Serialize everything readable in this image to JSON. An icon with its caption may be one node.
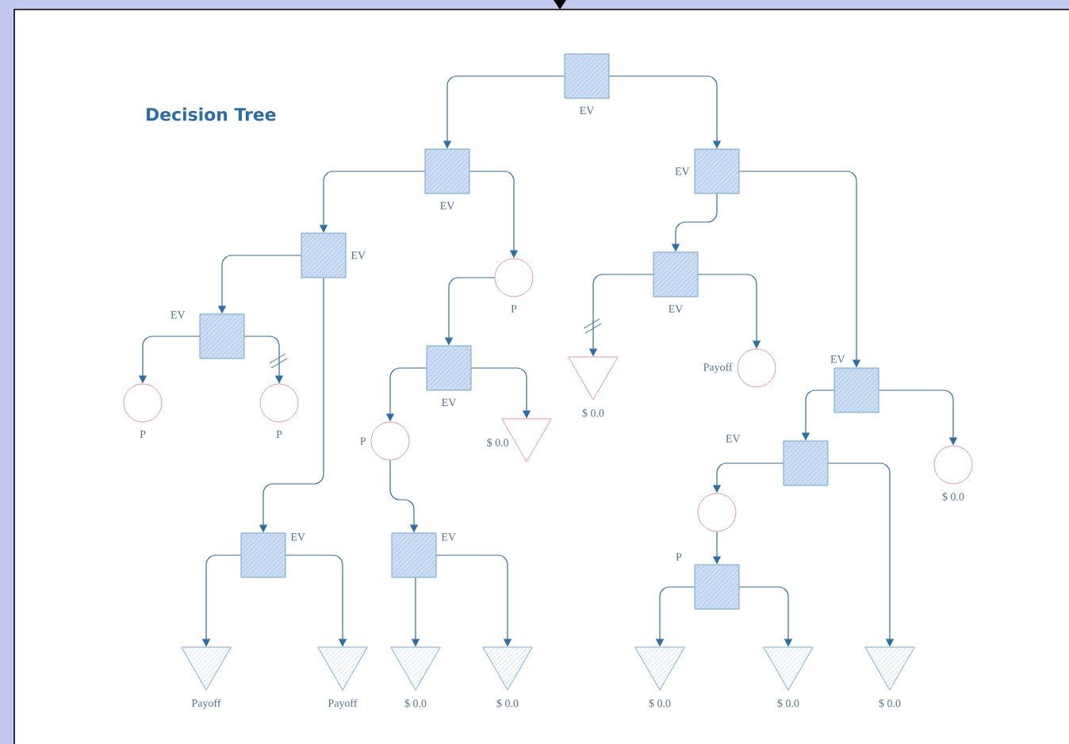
{
  "diagram": {
    "title": "Decision Tree",
    "nodes": [
      {
        "text": [],
        "shape": "box",
        "beside": [
          "EV"
        ]
      },
      {
        "text": [],
        "shape": "box",
        "beside": [
          "EV"
        ]
      },
      {
        "text": [],
        "shape": "box",
        "beside": [
          "EV"
        ]
      },
      {
        "text": [],
        "shape": "box",
        "beside": [
          "EV"
        ]
      },
      {
        "text": [],
        "shape": "circle",
        "beside": [
          "P"
        ]
      },
      {
        "text": [],
        "shape": "box",
        "beside": [
          "EV"
        ]
      },
      {
        "text": [],
        "shape": "circle",
        "beside": [
          "P"
        ]
      },
      {
        "text": [],
        "shape": "circle",
        "beside": [
          "P"
        ]
      },
      {
        "text": [],
        "shape": "box",
        "beside": [
          "EV"
        ]
      },
      {
        "text": [],
        "shape": "box",
        "beside": [
          "EV"
        ]
      },
      {
        "text": [],
        "shape": "triangle",
        "beside": [
          "$ 0.0"
        ]
      },
      {
        "text": [],
        "shape": "circle",
        "beside": [
          "Payoff"
        ]
      },
      {
        "text": [],
        "shape": "box",
        "beside": [
          "EV"
        ]
      },
      {
        "text": [],
        "shape": "circle",
        "beside": [
          "P"
        ]
      },
      {
        "text": [],
        "shape": "triangle",
        "beside": [
          "$ 0.0"
        ]
      },
      {
        "text": [],
        "shape": "box",
        "beside": [
          "EV"
        ]
      },
      {
        "text": [],
        "shape": "circle",
        "beside": [
          "$ 0.0"
        ]
      },
      {
        "text": [],
        "shape": "circle"
      },
      {
        "text": [],
        "shape": "box",
        "beside": [
          "EV"
        ]
      },
      {
        "text": [],
        "shape": "box",
        "beside": [
          "EV"
        ]
      },
      {
        "text": [],
        "shape": "box",
        "beside": [
          "P"
        ]
      },
      {
        "text": [],
        "shape": "triangle",
        "beside": [
          "Payoff"
        ]
      },
      {
        "text": [],
        "shape": "triangle",
        "beside": [
          "Payoff"
        ]
      },
      {
        "text": [],
        "shape": "triangle",
        "beside": [
          "$ 0.0"
        ]
      },
      {
        "text": [],
        "shape": "triangle",
        "beside": [
          "$ 0.0"
        ]
      },
      {
        "text": [],
        "shape": "triangle",
        "beside": [
          "$ 0.0"
        ]
      },
      {
        "text": [],
        "shape": "triangle",
        "beside": [
          "$ 0.0"
        ]
      },
      {
        "text": [],
        "shape": "triangle",
        "beside": [
          "$ 0.0"
        ]
      }
    ],
    "edges": [
      {
        "from": 0,
        "to": 1,
        "arrow": "to"
      },
      {
        "from": 0,
        "to": 2,
        "arrow": "to"
      },
      {
        "from": 1,
        "to": 3,
        "arrow": "to"
      },
      {
        "from": 1,
        "to": 4,
        "arrow": "to"
      },
      {
        "from": 2,
        "to": 9,
        "arrow": "to"
      },
      {
        "from": 2,
        "to": 12,
        "arrow": "to"
      },
      {
        "from": 3,
        "to": 5,
        "arrow": "to"
      },
      {
        "from": 3,
        "to": 18,
        "arrow": "to"
      },
      {
        "from": 4,
        "to": 8,
        "arrow": "to"
      },
      {
        "from": 5,
        "to": 6,
        "arrow": "to"
      },
      {
        "from": 5,
        "to": 7,
        "arrow": "to"
      },
      {
        "from": 8,
        "to": 13,
        "arrow": "to"
      },
      {
        "from": 8,
        "to": 14,
        "arrow": "to"
      },
      {
        "from": 9,
        "to": 10,
        "arrow": "to"
      },
      {
        "from": 9,
        "to": 11,
        "arrow": "to"
      },
      {
        "from": 12,
        "to": 15,
        "arrow": "to"
      },
      {
        "from": 12,
        "to": 16,
        "arrow": "to"
      },
      {
        "from": 13,
        "to": 19,
        "arrow": "to"
      },
      {
        "from": 15,
        "to": 17,
        "arrow": "to"
      },
      {
        "from": 15,
        "to": 27,
        "arrow": "to"
      },
      {
        "from": 17,
        "to": 20,
        "arrow": "to"
      },
      {
        "from": 18,
        "to": 21,
        "arrow": "to"
      },
      {
        "from": 18,
        "to": 22,
        "arrow": "to"
      },
      {
        "from": 19,
        "to": 23,
        "arrow": "to"
      },
      {
        "from": 19,
        "to": 24,
        "arrow": "to"
      },
      {
        "from": 20,
        "to": 25,
        "arrow": "to"
      },
      {
        "from": 20,
        "to": 26,
        "arrow": "to"
      }
    ]
  }
}
